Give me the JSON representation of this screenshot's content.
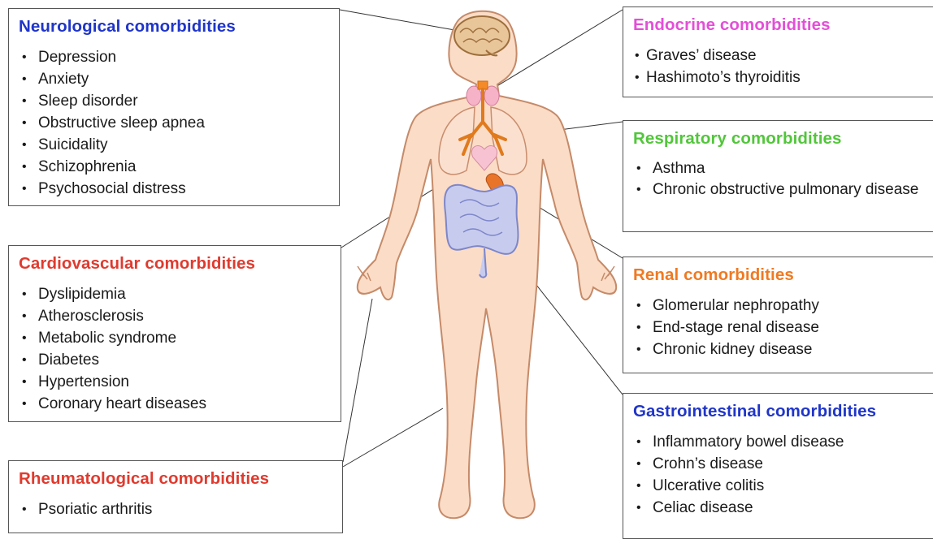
{
  "colors": {
    "blue": "#1f35c9",
    "red": "#e03a2e",
    "magenta": "#e34fd7",
    "green": "#52c63b",
    "orange": "#ef7a22",
    "skin": "#fbdcc6",
    "skin_outline": "#c58a69"
  },
  "boxes": {
    "neurological": {
      "title": "Neurological comorbidities",
      "items": [
        "Depression",
        "Anxiety",
        "Sleep disorder",
        "Obstructive sleep apnea",
        "Suicidality",
        "Schizophrenia",
        "Psychosocial distress"
      ]
    },
    "cardiovascular": {
      "title": "Cardiovascular comorbidities",
      "items": [
        "Dyslipidemia",
        "Atherosclerosis",
        "Metabolic syndrome",
        "Diabetes",
        "Hypertension",
        "Coronary heart diseases"
      ]
    },
    "rheumatological": {
      "title": "Rheumatological comorbidities",
      "items": [
        "Psoriatic arthritis"
      ]
    },
    "endocrine": {
      "title": "Endocrine comorbidities",
      "items": [
        "Graves’ disease",
        "Hashimoto’s thyroiditis"
      ]
    },
    "respiratory": {
      "title": "Respiratory comorbidities",
      "items": [
        "Asthma",
        "Chronic obstructive pulmonary disease"
      ]
    },
    "renal": {
      "title": "Renal comorbidities",
      "items": [
        "Glomerular nephropathy",
        "End-stage renal disease",
        "Chronic kidney disease"
      ]
    },
    "gastrointestinal": {
      "title": "Gastrointestinal comorbidities",
      "items": [
        "Inflammatory bowel disease",
        "Crohn’s disease",
        "Ulcerative colitis",
        "Celiac disease"
      ]
    }
  }
}
